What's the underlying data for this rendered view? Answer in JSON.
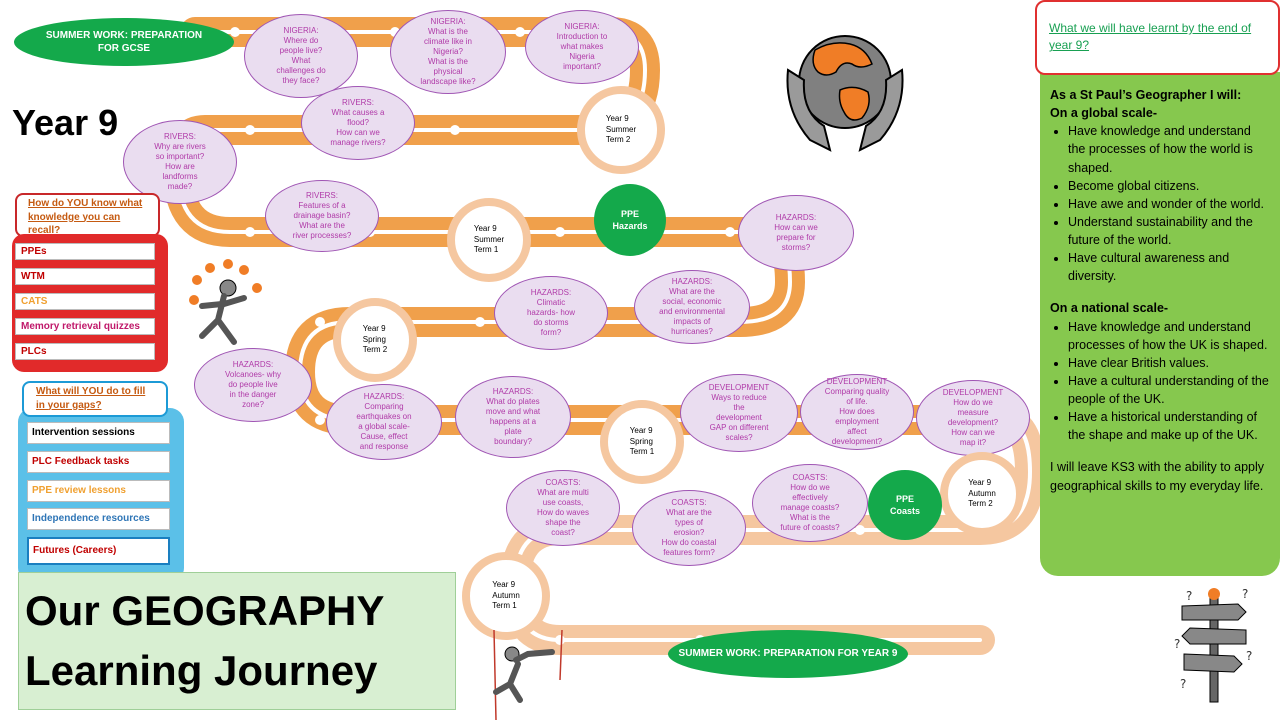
{
  "header": {
    "year": "Year 9",
    "summer_work_gcse": "SUMMER WORK: PREPARATION FOR GCSE",
    "summer_work_y9": "SUMMER WORK: PREPARATION FOR YEAR 9",
    "title_line1": "Our GEOGRAPHY",
    "title_line2": "Learning Journey"
  },
  "terms": {
    "summer2": [
      "Year 9",
      "Summer",
      "Term 2"
    ],
    "summer1": [
      "Year 9",
      "Summer",
      "Term 1"
    ],
    "spring2": [
      "Year 9",
      "Spring",
      "Term 2"
    ],
    "spring1": [
      "Year 9",
      "Spring",
      "Term 1"
    ],
    "autumn2": [
      "Year 9",
      "Autumn",
      "Term 2"
    ],
    "autumn1": [
      "Year 9",
      "Autumn",
      "Term 1"
    ]
  },
  "ppe": {
    "hazards": [
      "PPE",
      "Hazards"
    ],
    "coasts": [
      "PPE",
      "Coasts"
    ]
  },
  "topics": {
    "nigeria1": [
      "NIGERIA:",
      "Where do",
      "people live?",
      "What",
      "challenges do",
      "they face?"
    ],
    "nigeria2": [
      "NIGERIA:",
      "What is the",
      "climate like in",
      "Nigeria?",
      "What is the",
      "physical",
      "landscape like?"
    ],
    "nigeria3": [
      "NIGERIA:",
      "Introduction to",
      "what makes",
      "Nigeria",
      "important?"
    ],
    "rivers1": [
      "RIVERS:",
      "What causes a",
      "flood?",
      "How can we",
      "manage rivers?"
    ],
    "rivers2": [
      "RIVERS:",
      "Why are rivers",
      "so important?",
      "How are",
      "landforms",
      "made?"
    ],
    "rivers3": [
      "RIVERS:",
      "Features of a",
      "drainage basin?",
      "What are the",
      "river processes?"
    ],
    "hazards1": [
      "HAZARDS:",
      "How can we",
      "prepare for",
      "storms?"
    ],
    "hazards2": [
      "HAZARDS:",
      "Climatic",
      "hazards- how",
      "do storms",
      "form?"
    ],
    "hazards3": [
      "HAZARDS:",
      "What are the",
      "social, economic",
      "and environmental",
      "impacts of",
      "hurricanes?"
    ],
    "hazards4": [
      "HAZARDS:",
      "Volcanoes- why",
      "do people live",
      "in the danger",
      "zone?"
    ],
    "hazards5": [
      "HAZARDS:",
      "Comparing",
      "earthquakes on",
      "a global scale-",
      "Cause, effect",
      "and response"
    ],
    "hazards6": [
      "HAZARDS:",
      "What do plates",
      "move and what",
      "happens at a",
      "plate",
      "boundary?"
    ],
    "dev1": [
      "DEVELOPMENT",
      "Ways to reduce",
      "the",
      "development",
      "GAP on different",
      "scales?"
    ],
    "dev2": [
      "DEVELOPMENT",
      "Comparing quality",
      "of life.",
      "How does",
      "employment",
      "affect",
      "development?"
    ],
    "dev3": [
      "DEVELOPMENT",
      "How do we",
      "measure",
      "development?",
      "How can we",
      "map it?"
    ],
    "coasts1": [
      "COASTS:",
      "What are multi",
      "use coasts,",
      "How do waves",
      "shape the",
      "coast?"
    ],
    "coasts2": [
      "COASTS:",
      "What are the",
      "types of",
      "erosion?",
      "How do coastal",
      "features form?"
    ],
    "coasts3": [
      "COASTS:",
      "How do we",
      "effectively",
      "manage coasts?",
      "What is the",
      "future of coasts?"
    ]
  },
  "recall": {
    "question": "How do YOU know what knowledge you can recall?",
    "items": [
      {
        "label": "PPEs",
        "color": "#c00000"
      },
      {
        "label": "WTM",
        "color": "#c00000"
      },
      {
        "label": "CATS",
        "color": "#f0a030"
      },
      {
        "label": "Memory retrieval quizzes",
        "color": "#c0186a"
      },
      {
        "label": "PLCs",
        "color": "#c00000"
      }
    ]
  },
  "gaps": {
    "question": "What will YOU do to fill in your gaps?",
    "items": [
      {
        "label": "Intervention sessions",
        "color": "#000000"
      },
      {
        "label": "PLC Feedback tasks",
        "color": "#c00000"
      },
      {
        "label": "PPE review lessons",
        "color": "#f0a030"
      },
      {
        "label": "Independence resources",
        "color": "#2e75b6"
      },
      {
        "label": "Futures (Careers)",
        "color": "#c00000"
      }
    ]
  },
  "learnt": {
    "question": "What we will have learnt by the end of year 9?",
    "intro": "As a St Paul’s Geographer I will:",
    "global_heading": "On a global scale-",
    "global_items": [
      "Have knowledge and understand the processes of how the world is shaped.",
      "Become global citizens.",
      "Have awe and wonder of the world.",
      "Understand sustainability and the future of the world.",
      "Have cultural awareness and diversity."
    ],
    "national_heading": "On a national scale-",
    "national_items": [
      "Have knowledge and understand processes of how the UK is shaped.",
      "Have clear British values.",
      "Have a cultural understanding of the people of the UK.",
      "Have a historical understanding of the shape and make up of the UK."
    ],
    "closing": "I will leave KS3 with the ability to apply geographical skills to my everyday life."
  },
  "icons": [
    "globe-in-hands-icon",
    "juggler-icon",
    "climber-icon",
    "signpost-icon"
  ],
  "colors": {
    "road_dark": "#f0a04b",
    "road_light": "#f5c7a0",
    "ppe_green": "#14a94b",
    "topic_fill": "#eaddf0",
    "topic_text": "#b03aa8"
  }
}
